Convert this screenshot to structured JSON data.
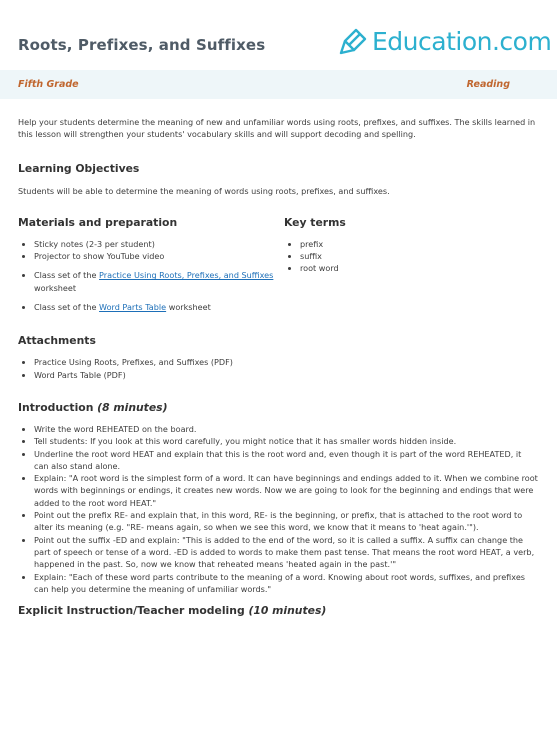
{
  "header": {
    "title": "Roots, Prefixes, and Suffixes",
    "logo_text": "Education.com",
    "brand_color": "#2cb0cf",
    "logo_icon": "pencil-logo-icon"
  },
  "band": {
    "grade": "Fifth Grade",
    "subject": "Reading",
    "accent_color": "#c0662f"
  },
  "intro_paragraph": "Help your students determine the meaning of new and unfamiliar words using roots, prefixes, and suffixes. The skills learned in this lesson will strengthen your students' vocabulary skills and will support decoding and spelling.",
  "objectives": {
    "heading": "Learning Objectives",
    "text": "Students will be able to determine the meaning of words using roots, prefixes, and suffixes."
  },
  "materials": {
    "heading": "Materials and preparation",
    "item1": "Sticky notes (2-3 per student)",
    "item2": "Projector to show YouTube video",
    "item3_prefix": "Class set of the ",
    "item3_link": "Practice Using Roots, Prefixes, and Suffixes",
    "item3_suffix": " worksheet",
    "item4_prefix": "Class set of the ",
    "item4_link": "Word Parts Table",
    "item4_suffix": " worksheet"
  },
  "key_terms": {
    "heading": "Key terms",
    "items": [
      "prefix",
      "suffix",
      "root word"
    ]
  },
  "attachments": {
    "heading": "Attachments",
    "items": [
      "Practice Using Roots, Prefixes, and Suffixes (PDF)",
      "Word Parts Table (PDF)"
    ]
  },
  "introduction": {
    "heading": "Introduction",
    "time": "(8 minutes)",
    "items": [
      "Write the word REHEATED on the board.",
      "Tell students: If you look at this word carefully, you might notice that it has smaller words hidden inside.",
      "Underline the root word HEAT and explain that this is the root word and, even though it is part of the word REHEATED, it can also stand alone.",
      "Explain: \"A root word is the simplest form of a word. It can have beginnings and endings added to it. When we combine root words with beginnings or endings, it creates new words. Now we are going to look for the beginning and endings that were added to the root word HEAT.\"",
      "Point out the prefix RE- and explain that, in this word, RE- is the beginning, or prefix, that is attached to the root word to alter its meaning (e.g. \"RE- means again, so when we see this word, we know that it means to 'heat again.'\").",
      "Point out the suffix -ED and explain: \"This is added to the end of the word, so it is called a suffix. A suffix can change the part of speech or tense of a word. -ED is added to words to make them past tense. That means the root word HEAT, a verb, happened in the past. So, now we know that reheated means 'heated again in the past.'\"",
      "Explain: \"Each of these word parts contribute to the meaning of a word. Knowing about root words, suffixes, and prefixes can help you determine the meaning of unfamiliar words.\""
    ]
  },
  "explicit": {
    "heading": "Explicit Instruction/Teacher modeling",
    "time": "(10 minutes)"
  }
}
